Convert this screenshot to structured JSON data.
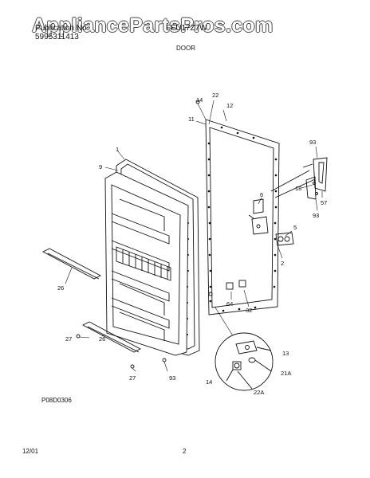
{
  "watermark": "AppliancePartsPros.com",
  "header": {
    "left_line1": "Publication No",
    "left_line2": "5995311413",
    "model": "FFU17Z7W",
    "section_title": "DOOR"
  },
  "footer": {
    "drawing_code": "P08D0306",
    "date": "12/01",
    "page_number": "2"
  },
  "callouts": {
    "c1": "1",
    "c2": "2",
    "c5": "5",
    "c6": "6",
    "c9": "9",
    "c11": "11",
    "c12": "12",
    "c13": "13",
    "c14a": "14",
    "c14b": "14",
    "c18": "18",
    "c21a": "21A",
    "c22": "22",
    "c22a": "22A",
    "c26a": "26",
    "c26b": "26",
    "c27a": "27",
    "c27b": "27",
    "c32": "32",
    "c57": "57",
    "c64": "64",
    "c93a": "93",
    "c93b": "93",
    "c93c": "93"
  }
}
